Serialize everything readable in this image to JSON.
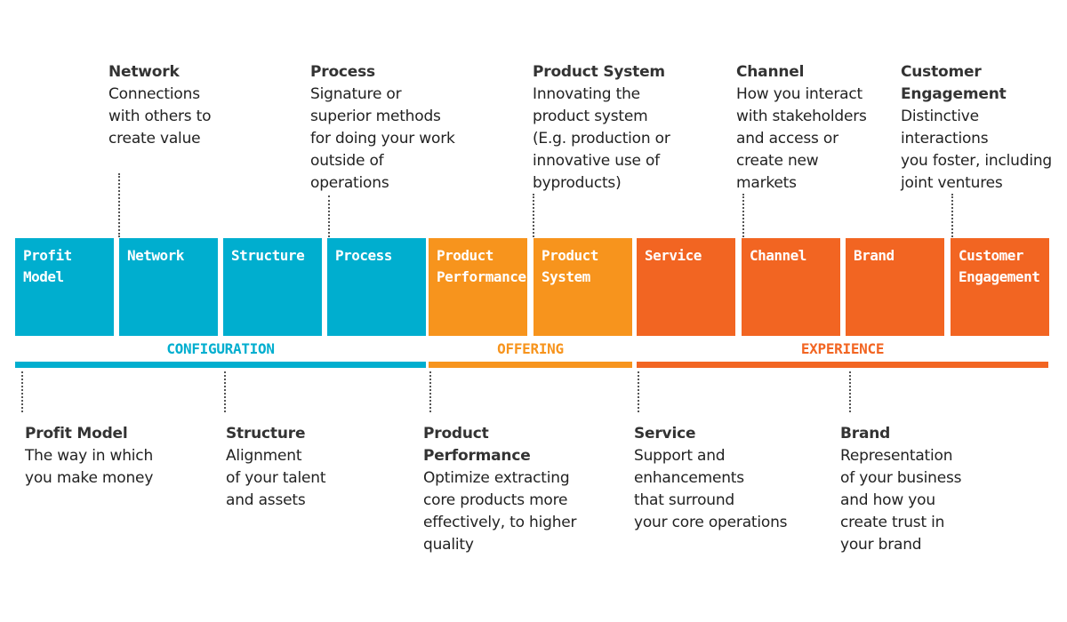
{
  "colors": {
    "configuration": "#00AECF",
    "product_performance": "#F7941D",
    "product_system": "#F7941D",
    "experience": "#F26522"
  },
  "boxes": [
    {
      "label": "Profit\nModel"
    },
    {
      "label": "Network"
    },
    {
      "label": "Structure"
    },
    {
      "label": "Process"
    },
    {
      "label": "Product\nPerformance"
    },
    {
      "label": "Product\nSystem"
    },
    {
      "label": "Service"
    },
    {
      "label": "Channel"
    },
    {
      "label": "Brand"
    },
    {
      "label": "Customer\nEngagement"
    }
  ],
  "groups": [
    {
      "label": "CONFIGURATION"
    },
    {
      "label": "OFFERING"
    },
    {
      "label": "EXPERIENCE"
    }
  ],
  "descriptions_top": [
    {
      "title": "Network",
      "body": "Connections\nwith others to\ncreate value"
    },
    {
      "title": "Process",
      "body": "Signature  or\nsuperior methods\nfor doing your work\noutside of\noperations"
    },
    {
      "title": "Product System",
      "body": "Innovating the\nproduct system\n(E.g. production or\ninnovative use of\nbyproducts)"
    },
    {
      "title": "Channel",
      "body": "How you interact\nwith stakeholders\nand access or\ncreate new\nmarkets"
    },
    {
      "title": "Customer\nEngagement",
      "body": "Distinctive\ninteractions\nyou foster, including\njoint ventures"
    }
  ],
  "descriptions_bottom": [
    {
      "title": "Profit Model",
      "body": "The way in which\nyou make money"
    },
    {
      "title": "Structure",
      "body": "Alignment\nof your talent\nand assets"
    },
    {
      "title": "Product\nPerformance",
      "body": "Optimize extracting\ncore products more\neffectively, to higher\nquality"
    },
    {
      "title": "Service",
      "body": "Support and\nenhancements\nthat surround\nyour core operations"
    },
    {
      "title": "Brand",
      "body": "Representation\nof your business\nand how you\ncreate trust in\nyour brand"
    }
  ]
}
